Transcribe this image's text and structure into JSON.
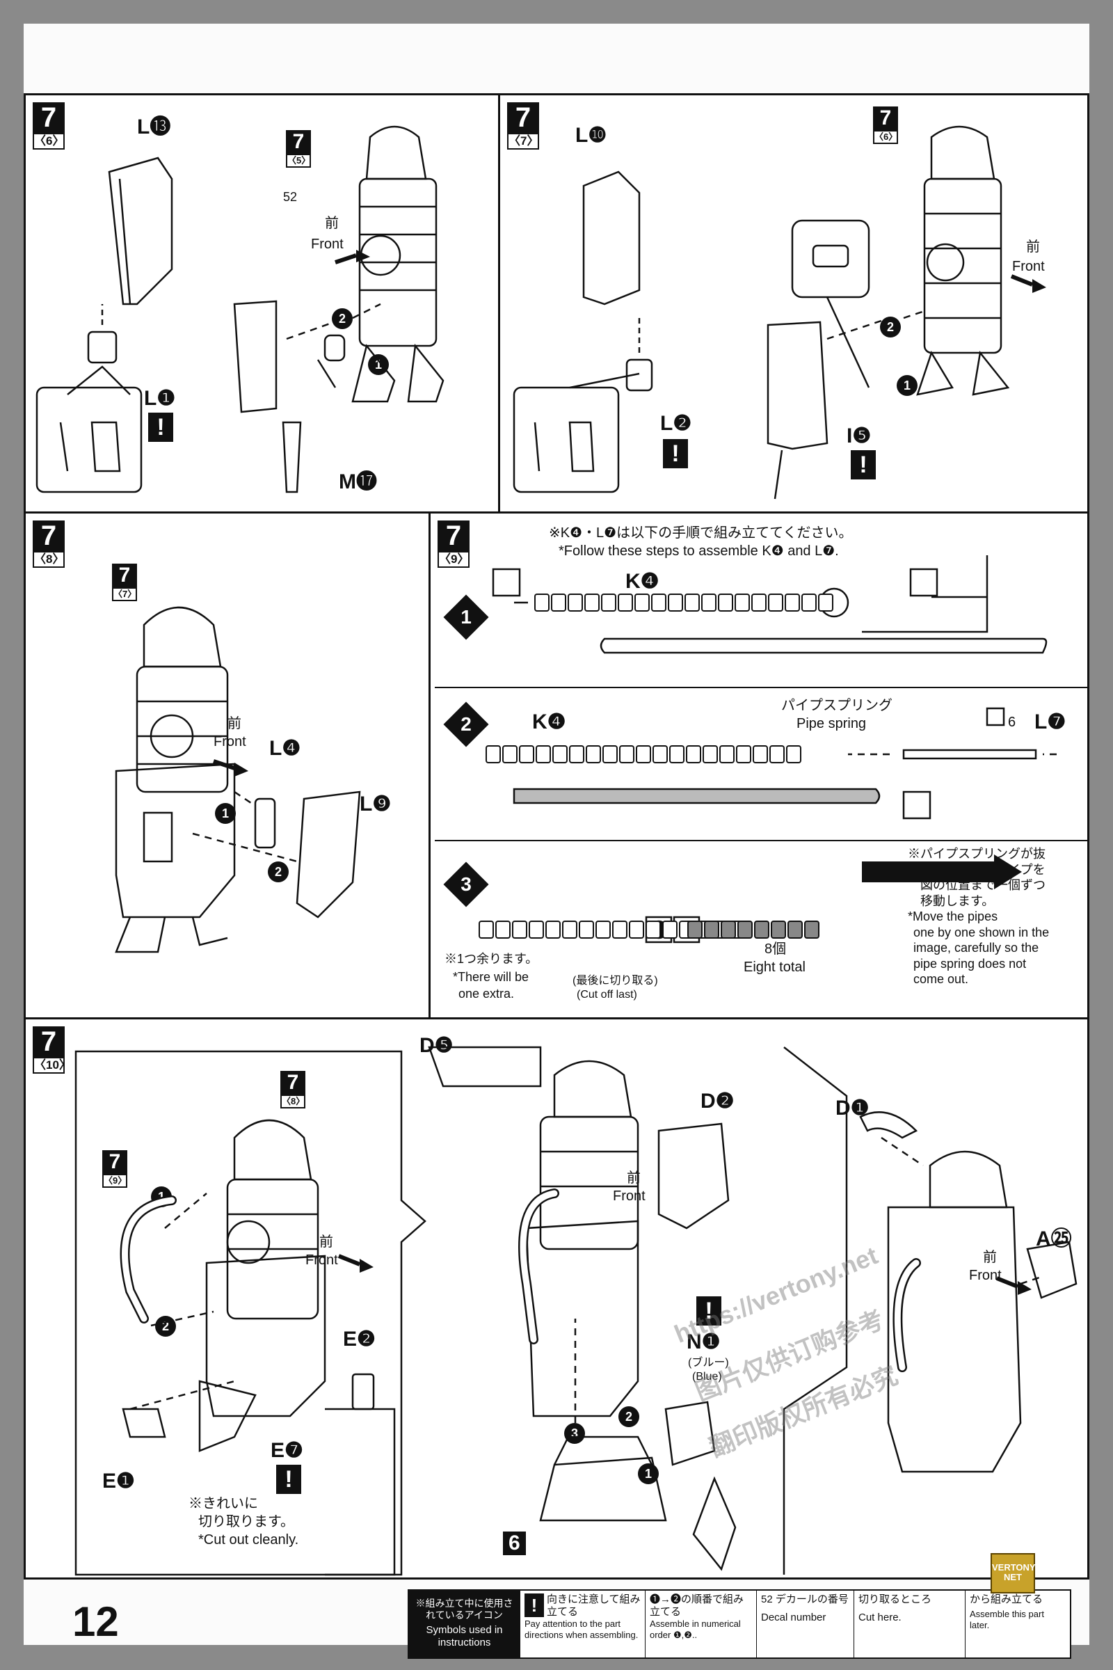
{
  "page_number": "12",
  "step_main": "7",
  "steps": {
    "s6": {
      "sub": "〈6〉",
      "parts": [
        "L⓭",
        "L❶",
        "M⓱"
      ],
      "ref": "〈5〉",
      "decal": "52",
      "front_jp": "前",
      "front_en": "Front"
    },
    "s7": {
      "sub": "〈7〉",
      "parts": [
        "L❿",
        "L❷",
        "I❺"
      ],
      "ref": "〈6〉",
      "front_jp": "前",
      "front_en": "Front"
    },
    "s8": {
      "sub": "〈8〉",
      "parts": [
        "L❹",
        "L❾"
      ],
      "ref": "〈7〉",
      "front_jp": "前",
      "front_en": "Front"
    },
    "s9": {
      "sub": "〈9〉",
      "note_jp": "※K❹・L❼は以下の手順で組み立ててください。",
      "note_en": "*Follow these steps to assemble K❹ and L❼.",
      "sub1_part": "K❹",
      "sub2_part_k": "K❹",
      "sub2_spring_jp": "パイプスプリング",
      "sub2_spring_en": "Pipe spring",
      "sub2_part_l": "L❼",
      "sub2_decal": "6",
      "sub3_extra_jp": "※1つ余ります。",
      "sub3_extra_en1": "*There will be",
      "sub3_extra_en2": "one extra.",
      "sub3_cut_jp": "(最後に切り取る)",
      "sub3_cut_en": "(Cut off last)",
      "sub3_count_jp": "8個",
      "sub3_count_en": "Eight total",
      "sub3_move_jp1": "※パイプスプリングが抜",
      "sub3_move_jp2": "けないようにパイプを",
      "sub3_move_jp3": "図の位置まで一個ずつ",
      "sub3_move_jp4": "移動します。",
      "sub3_move_en1": "*Move the pipes",
      "sub3_move_en2": "one by one shown in the",
      "sub3_move_en3": "image, carefully so the",
      "sub3_move_en4": "pipe spring does not",
      "sub3_move_en5": "come out."
    },
    "s10": {
      "sub": "〈10〉",
      "refs": [
        "〈8〉",
        "〈9〉"
      ],
      "parts_left": [
        "E❷",
        "E❼",
        "E❶"
      ],
      "clean_jp1": "※きれいに",
      "clean_jp2": "切り取ります。",
      "clean_en": "*Cut out cleanly.",
      "parts_mid": [
        "D❺",
        "D❷",
        "N❶"
      ],
      "blue_jp": "(ブルー)",
      "blue_en": "(Blue)",
      "mid_step": "6",
      "parts_right": [
        "D❶",
        "A㉕"
      ],
      "front_jp": "前",
      "front_en": "Front"
    }
  },
  "legend": {
    "head_jp": "※組み立て中に使用されているアイコン",
    "head_en": "Symbols used in instructions",
    "c1_jp": "向きに注意して組み立てる",
    "c1_en": "Pay attention to the part directions when assembling.",
    "c2_jp": "❶→❷の順番で組み立てる",
    "c2_en": "Assemble in numerical order ❶,❷..",
    "c3_decal": "52",
    "c3_jp": "デカールの番号",
    "c3_en": "Decal number",
    "c4_jp": "切り取るところ",
    "c4_en": "Cut here.",
    "c5_jp": "から組み立てる",
    "c5_en": "Assemble this part later."
  },
  "watermark": [
    "https://vertony.net",
    "图片仅供订购参考",
    "翻印版权所有必究"
  ],
  "logo": "VERTONY NET"
}
